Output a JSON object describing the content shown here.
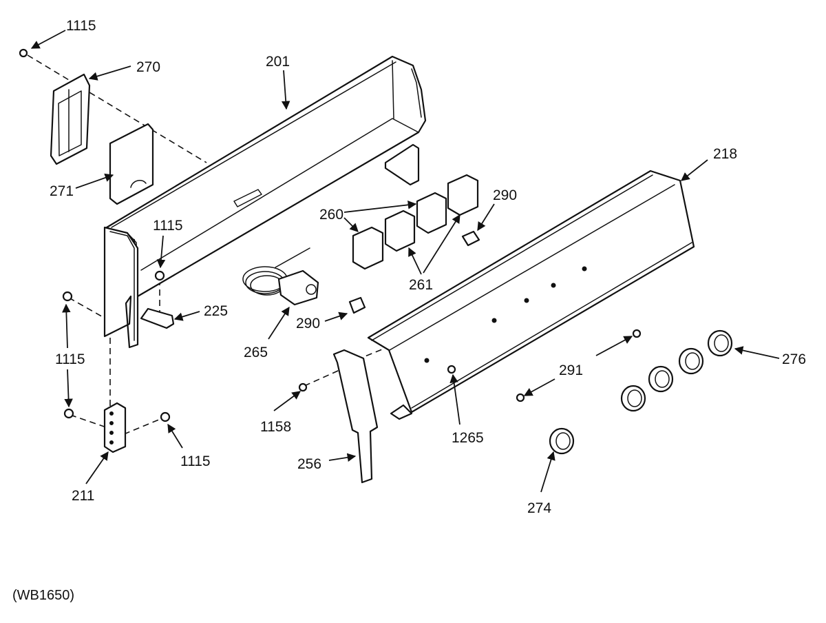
{
  "diagram_code": "(WB1650)",
  "part_labels": {
    "p1115_top_left": "1115",
    "p270": "270",
    "p201": "201",
    "p271": "271",
    "p1115_bracket": "1115",
    "p225": "225",
    "p1115_left": "1115",
    "p1115_bottom": "1115",
    "p211": "211",
    "p265": "265",
    "p290_center": "290",
    "p260": "260",
    "p261": "261",
    "p290_right": "290",
    "p218": "218",
    "p1158": "1158",
    "p256": "256",
    "p1265": "1265",
    "p291": "291",
    "p274": "274",
    "p276": "276"
  }
}
